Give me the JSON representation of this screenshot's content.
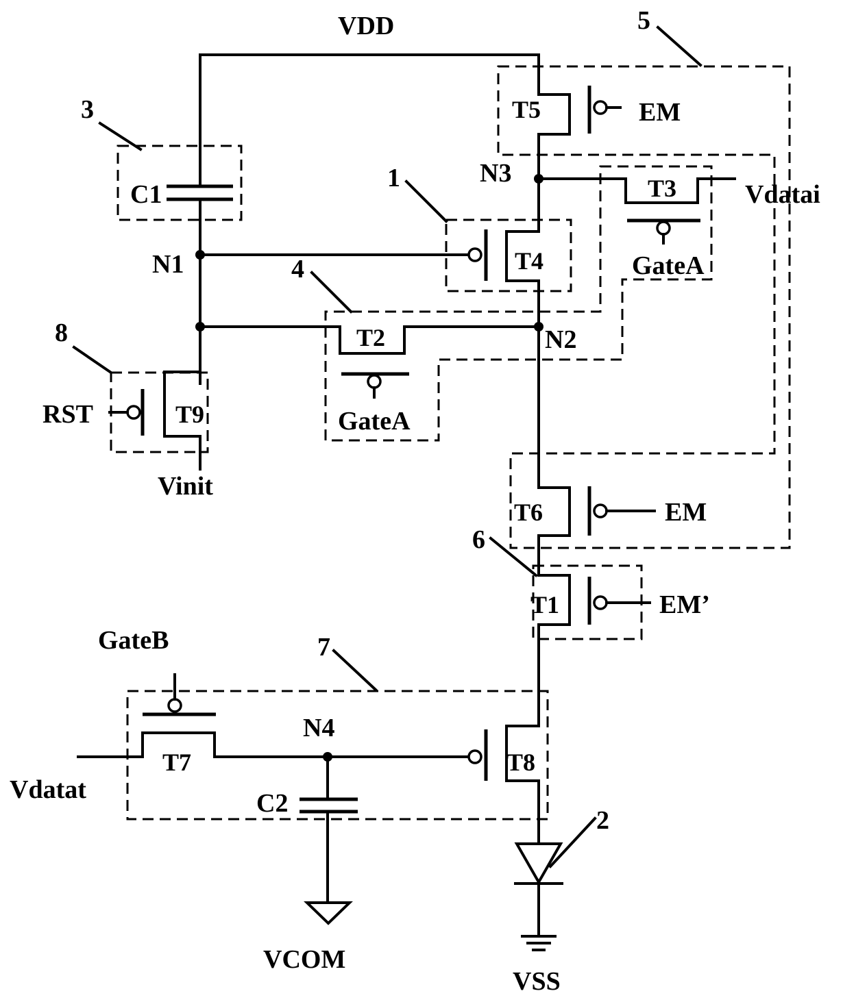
{
  "labels": {
    "vdd": "VDD",
    "vss": "VSS",
    "vcom": "VCOM",
    "vinit": "Vinit",
    "vdatai": "Vdatai",
    "vdatat": "Vdatat",
    "rst": "RST",
    "em_t5": "EM",
    "em_t6": "EM",
    "em_prime": "EM’",
    "gatea_t3": "GateA",
    "gatea_t2": "GateA",
    "gateb": "GateB"
  },
  "nodes": {
    "n1": "N1",
    "n2": "N2",
    "n3": "N3",
    "n4": "N4"
  },
  "transistors": {
    "t1": "T1",
    "t2": "T2",
    "t3": "T3",
    "t4": "T4",
    "t5": "T5",
    "t6": "T6",
    "t7": "T7",
    "t8": "T8",
    "t9": "T9"
  },
  "capacitors": {
    "c1": "C1",
    "c2": "C2"
  },
  "callouts": {
    "c1": "1",
    "c2": "2",
    "c3": "3",
    "c4": "4",
    "c5": "5",
    "c6": "6",
    "c7": "7",
    "c8": "8"
  }
}
